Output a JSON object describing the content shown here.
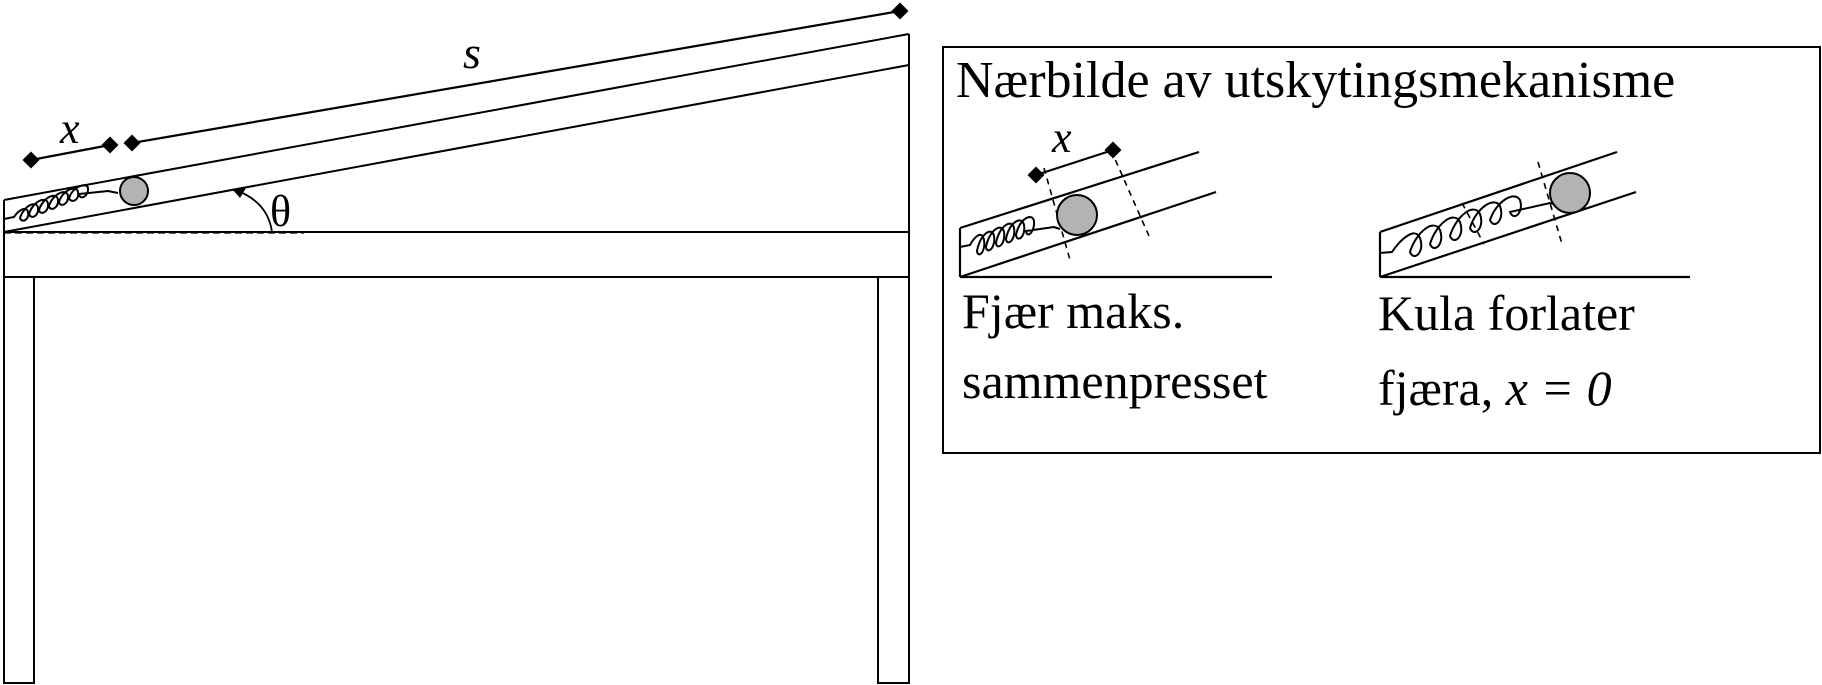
{
  "main": {
    "label_s": "s",
    "label_x": "x",
    "label_theta": "θ"
  },
  "closeup": {
    "title": "Nærbilde av utskytingsmekanisme",
    "label_x": "x",
    "left_caption_line1": "Fjær maks.",
    "left_caption_line2": "sammenpresset",
    "right_caption_line1": "Kula forlater",
    "right_caption_line2_prefix": "fjæra, ",
    "right_caption_line2_math": "x = 0"
  },
  "colors": {
    "line": "#000000",
    "ball": "#b3b3b3",
    "background": "#ffffff"
  }
}
